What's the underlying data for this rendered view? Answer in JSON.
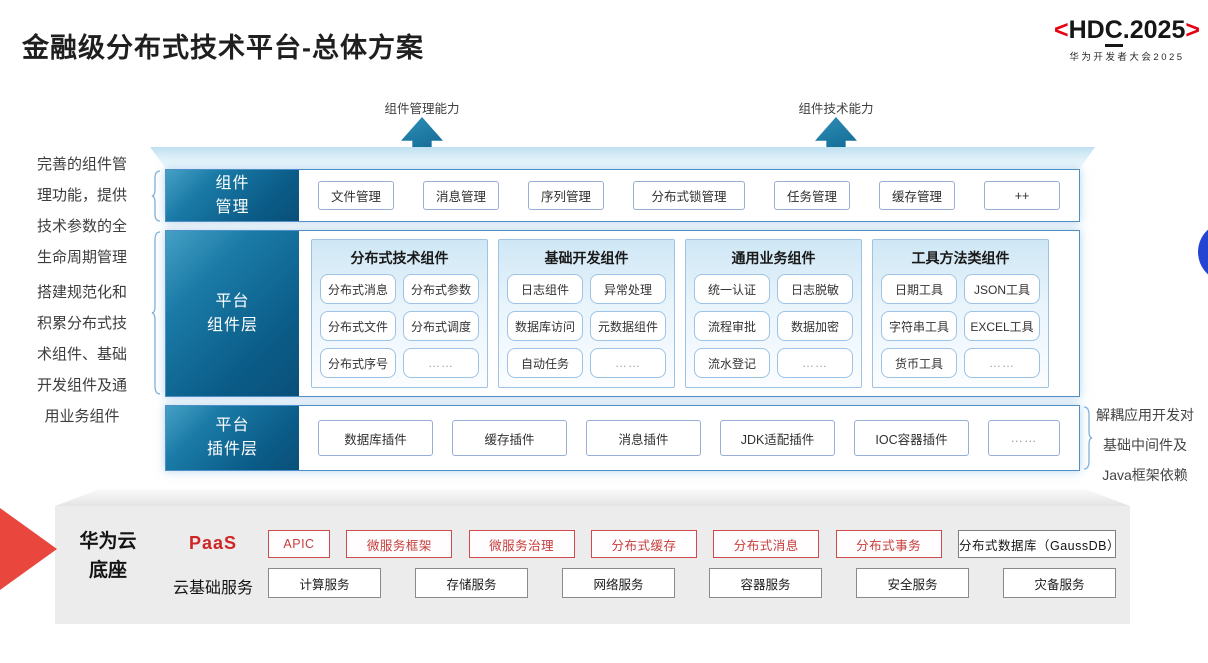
{
  "title": "金融级分布式技术平台-总体方案",
  "logo": {
    "bracket_left": "<",
    "part1": "HD",
    "part2": "C",
    "part3": ".2025",
    "bracket_right": ">",
    "subtitle": "华为开发者大会2025"
  },
  "capability_arrows": {
    "left_label": "组件管理能力",
    "right_label": "组件技术能力"
  },
  "side_notes": {
    "left_top_lines": [
      "完善的组件管",
      "理功能，提供",
      "技术参数的全",
      "生命周期管理"
    ],
    "left_bottom_lines": [
      "搭建规范化和",
      "积累分布式技",
      "术组件、基础",
      "开发组件及通",
      "用业务组件"
    ],
    "right_lines": [
      "解耦应用开发对",
      "基础中间件及",
      "Java框架依赖"
    ]
  },
  "layers": {
    "component_management": {
      "label_lines": [
        "组件",
        "管理"
      ],
      "items": [
        "文件管理",
        "消息管理",
        "序列管理",
        "分布式锁管理",
        "任务管理",
        "缓存管理",
        "++"
      ]
    },
    "platform_components": {
      "label_lines": [
        "平台",
        "组件层"
      ],
      "groups": [
        {
          "title": "分布式技术组件",
          "items": [
            "分布式消息",
            "分布式参数",
            "分布式文件",
            "分布式调度",
            "分布式序号",
            "……"
          ]
        },
        {
          "title": "基础开发组件",
          "items": [
            "日志组件",
            "异常处理",
            "数据库访问",
            "元数据组件",
            "自动任务",
            "……"
          ]
        },
        {
          "title": "通用业务组件",
          "items": [
            "统一认证",
            "日志脱敏",
            "流程审批",
            "数据加密",
            "流水登记",
            "……"
          ]
        },
        {
          "title": "工具方法类组件",
          "items": [
            "日期工具",
            "JSON工具",
            "字符串工具",
            "EXCEL工具",
            "货币工具",
            "……"
          ]
        }
      ]
    },
    "platform_plugins": {
      "label_lines": [
        "平台",
        "插件层"
      ],
      "items": [
        "数据库插件",
        "缓存插件",
        "消息插件",
        "JDK适配插件",
        "IOC容器插件",
        "……"
      ]
    }
  },
  "cloud_base": {
    "label_lines": [
      "华为云",
      "底座"
    ],
    "paas_label": "PaaS",
    "paas_items": [
      "APIC",
      "微服务框架",
      "微服务治理",
      "分布式缓存",
      "分布式消息",
      "分布式事务"
    ],
    "paas_db_item": "分布式数据库（GaussDB）",
    "iaas_label": "云基础服务",
    "iaas_items": [
      "计算服务",
      "存储服务",
      "网络服务",
      "容器服务",
      "安全服务",
      "灾备服务"
    ]
  },
  "colors": {
    "accent_red": "#e60012",
    "layer_label_gradient_start": "#45a0c4",
    "layer_label_gradient_end": "#09507a",
    "arrow_teal": "#17719b",
    "panel_border": "#9dc3e6",
    "outer_border_blue": "#4f8fc7",
    "red_item_border": "#cf4a4a",
    "cloud_bg_gray": "#ececec",
    "blue_dot": "#2444d2",
    "red_arrow": "#e9463e"
  }
}
